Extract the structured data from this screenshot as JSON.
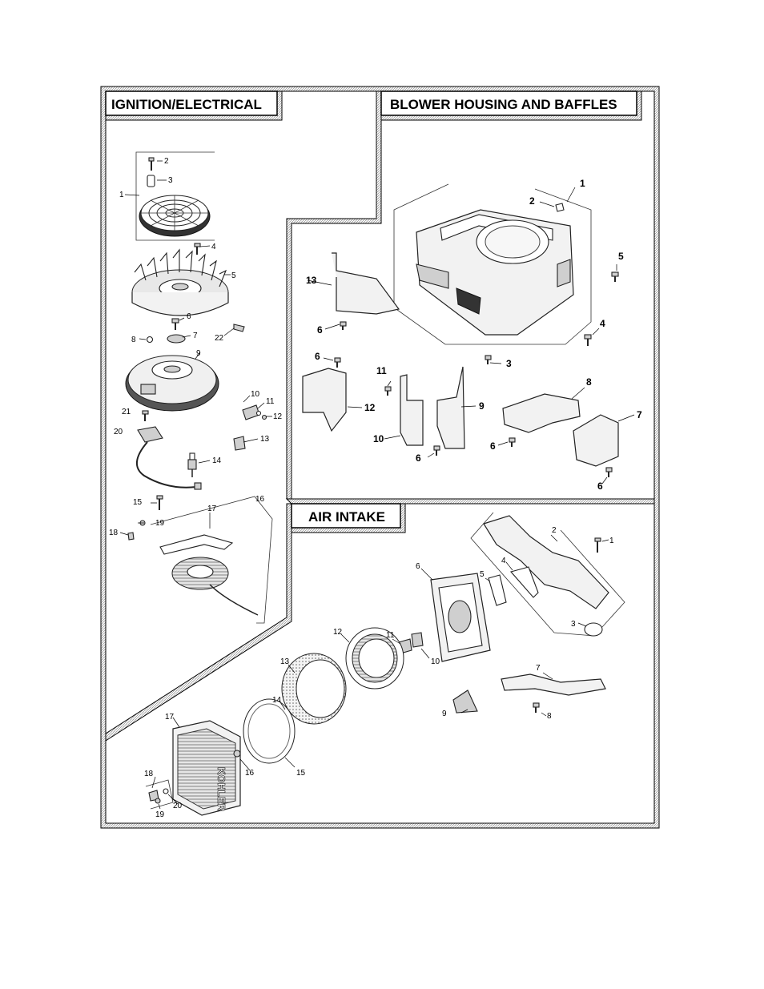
{
  "sections": {
    "ignition": {
      "title": "IGNITION/ELECTRICAL",
      "callouts": [
        "1",
        "2",
        "3",
        "4",
        "5",
        "6",
        "7",
        "8",
        "9",
        "10",
        "11",
        "12",
        "13",
        "14",
        "15",
        "16",
        "17",
        "18",
        "19",
        "20",
        "21",
        "22"
      ]
    },
    "blower": {
      "title": "BLOWER HOUSING AND BAFFLES",
      "callouts": [
        "1",
        "2",
        "3",
        "4",
        "5",
        "6",
        "6",
        "6",
        "6",
        "6",
        "7",
        "8",
        "9",
        "10",
        "11",
        "12",
        "13"
      ]
    },
    "air_intake": {
      "title": "AIR INTAKE",
      "callouts": [
        "1",
        "2",
        "3",
        "4",
        "5",
        "6",
        "7",
        "8",
        "9",
        "10",
        "11",
        "12",
        "13",
        "14",
        "15",
        "16",
        "17",
        "18",
        "19",
        "20"
      ]
    }
  },
  "colors": {
    "line": "#000000",
    "hatch": "#9a9a9a",
    "paper": "#ffffff"
  },
  "cover_brand": "KOHLER"
}
